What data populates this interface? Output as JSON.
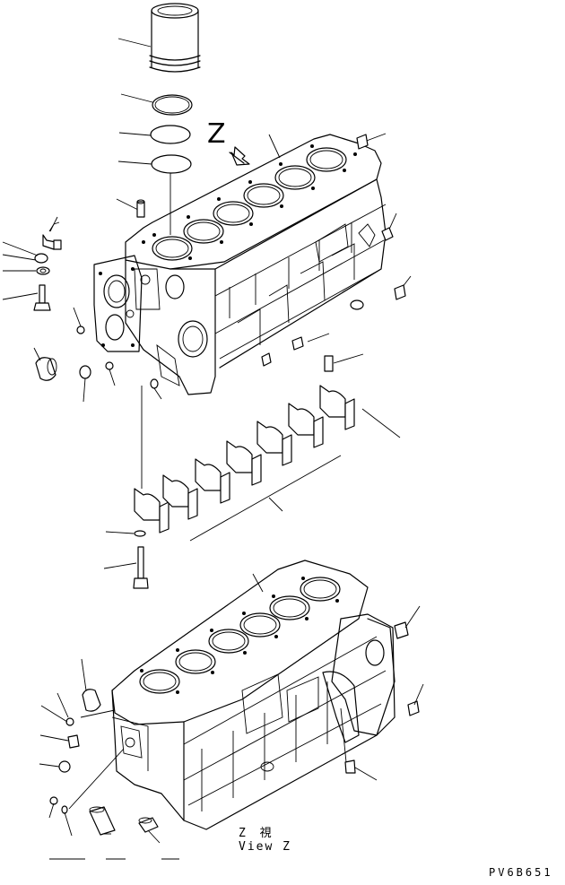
{
  "labels": {
    "view_letter": "Z",
    "view_caption_jp": "Z 視",
    "view_caption_en": "View Z",
    "drawing_code": "PV6B651"
  },
  "icons": {
    "view_direction": "view-direction-arrow-icon"
  },
  "colors": {
    "ink": "#000000",
    "paper": "#ffffff"
  }
}
